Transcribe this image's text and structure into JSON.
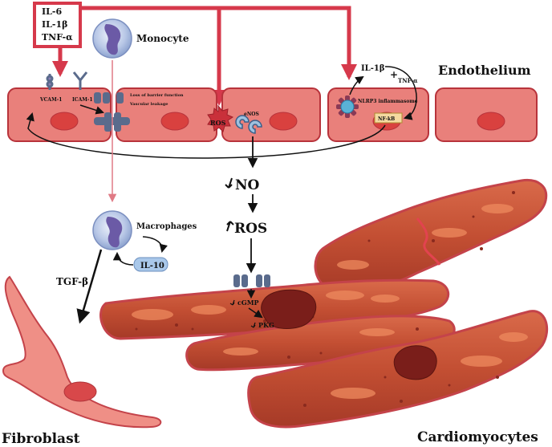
{
  "cytokines": {
    "il6": "IL-6",
    "il1b": "IL-1β",
    "tnfa": "TNF-α"
  },
  "labels": {
    "monocyte": "Monocyte",
    "endothelium": "Endothelium",
    "vcam": "VCAM-1",
    "icam": "ICAM-1",
    "barrier_line1": "Loss of barrier function",
    "barrier_line2": "Vascular leakage",
    "ros_cell": "ROS",
    "enos": "eNOS",
    "il1b_right": "IL-1β",
    "plus": "+",
    "tnfa_right": "TNF-α",
    "nlrp3": "NLRP3 inflammasome",
    "nfkb": "NF-kB",
    "no": "NO",
    "ros_main": "ROS",
    "macrophages": "Macrophages",
    "il10": "IL-10",
    "tgfb": "TGF-β",
    "cgmp": "cGMP",
    "pkg": "PKG",
    "fibroblast": "Fibroblast",
    "cardiomyocytes": "Cardiomyocytes"
  },
  "colors": {
    "accent_red": "#d6394b",
    "cell_fill": "#e9807b",
    "cell_stroke": "#b8333b",
    "nucleus": "#d9413f",
    "muscle_dark": "#b5402c",
    "muscle_light": "#ee8a5e",
    "receptor": "#5a6b8c"
  }
}
